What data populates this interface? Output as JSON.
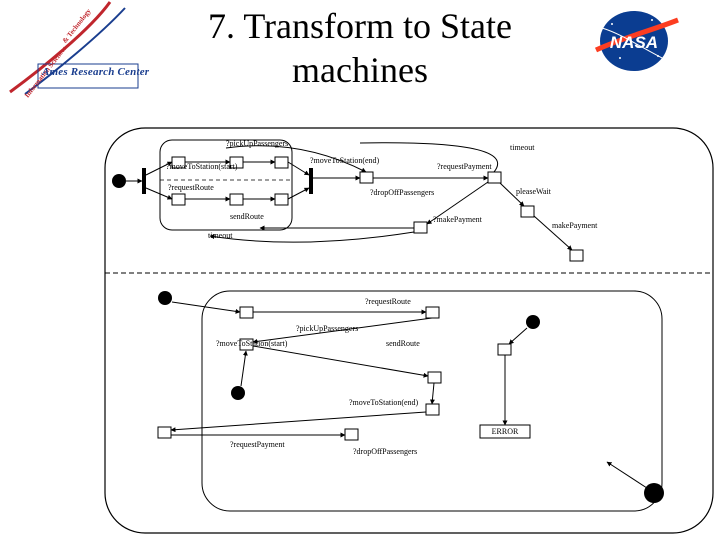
{
  "slide": {
    "title_line1": "7. Transform to State",
    "title_line2": "machines"
  },
  "logos": {
    "left_org": "Ames Research Center",
    "left_arc1": "Information Sciences",
    "left_arc2": "& Technology",
    "right_org": "NASA"
  },
  "diagram": {
    "top_region": {
      "labels": {
        "pick_up": "?pickUpPassengers",
        "timeout_top": "timeout",
        "move_end": "?moveToStation(end)",
        "move_start": "?moveToStation(start)",
        "request_payment": "?requestPayment",
        "request_route": "?requestRoute",
        "drop_off": "?dropOffPassengers",
        "please_wait": "pleaseWait",
        "send_route": "sendRoute",
        "make_payment_in": "?makePayment",
        "make_payment_out": "makePayment",
        "timeout_bottom": "timeout"
      }
    },
    "bottom_region": {
      "labels": {
        "request_route": "?requestRoute",
        "pick_up": "?pickUpPassengers",
        "move_start": "?moveToStation(start)",
        "send_route": "sendRoute",
        "move_end": "?moveToStation(end)",
        "error": "ERROR",
        "request_payment": "?requestPayment",
        "drop_off": "?dropOffPassengers"
      }
    }
  },
  "colors": {
    "line": "#000000",
    "nasa_blue": "#0b3d91",
    "nasa_red": "#fc3d21",
    "ames_blue": "#1a3e8f",
    "ames_red": "#c0262d"
  }
}
